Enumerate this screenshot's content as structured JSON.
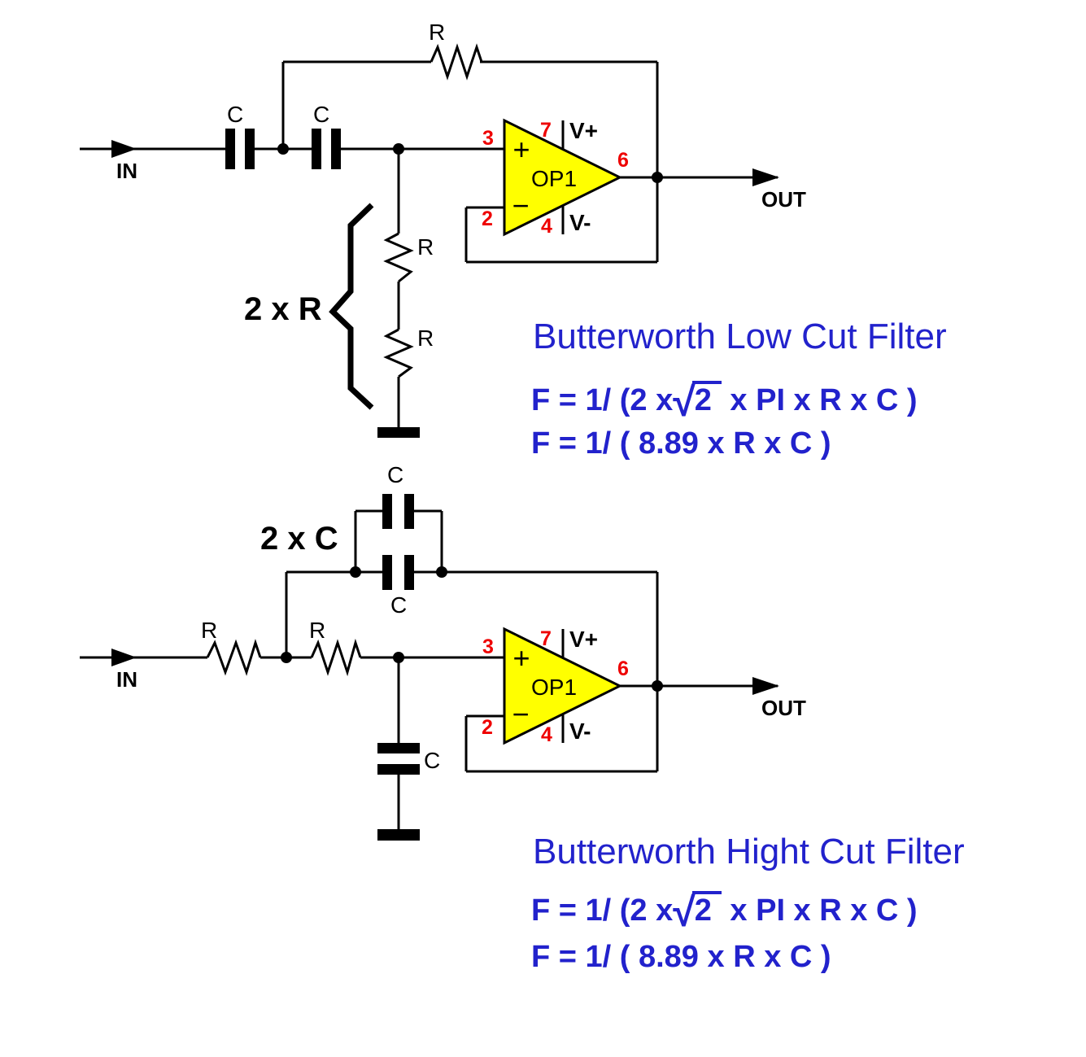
{
  "colors": {
    "blue": "#2222CC",
    "red": "#EE0000",
    "yellow": "#FFFF00",
    "black": "#000000"
  },
  "low_cut": {
    "title": "Butterworth Low Cut Filter",
    "formula_sqrt": {
      "prefix": "F = 1/ (2 x",
      "radical_sign": "√",
      "radicand": "2",
      "suffix": " x PI x R x C )"
    },
    "formula_simple": "F = 1/ ( 8.89 x R x C )",
    "labels": {
      "in": "IN",
      "out": "OUT",
      "cap1": "C",
      "cap2": "C",
      "feedback_r": "R",
      "shunt_r1": "R",
      "shunt_r2": "R",
      "brace": "2 x R"
    },
    "opamp": {
      "name": "OP1",
      "plus_sign": "+",
      "minus_sign": "−",
      "pin_in_plus": "3",
      "pin_in_minus": "2",
      "pin_vplus": "7",
      "pin_vminus": "4",
      "pin_out": "6",
      "vplus_label": "V+",
      "vminus_label": "V-"
    }
  },
  "high_cut": {
    "title": "Butterworth Hight Cut Filter",
    "formula_sqrt": {
      "prefix": "F = 1/ (2 x",
      "radical_sign": "√",
      "radicand": "2",
      "suffix": " x PI x R x C )"
    },
    "formula_simple": "F = 1/ ( 8.89 x R x C )",
    "labels": {
      "in": "IN",
      "out": "OUT",
      "r1": "R",
      "r2": "R",
      "cap_top": "C",
      "cap_bottom": "C",
      "cap_gnd": "C",
      "brace": "2 x C"
    },
    "opamp": {
      "name": "OP1",
      "plus_sign": "+",
      "minus_sign": "−",
      "pin_in_plus": "3",
      "pin_in_minus": "2",
      "pin_vplus": "7",
      "pin_vminus": "4",
      "pin_out": "6",
      "vplus_label": "V+",
      "vminus_label": "V-"
    }
  }
}
